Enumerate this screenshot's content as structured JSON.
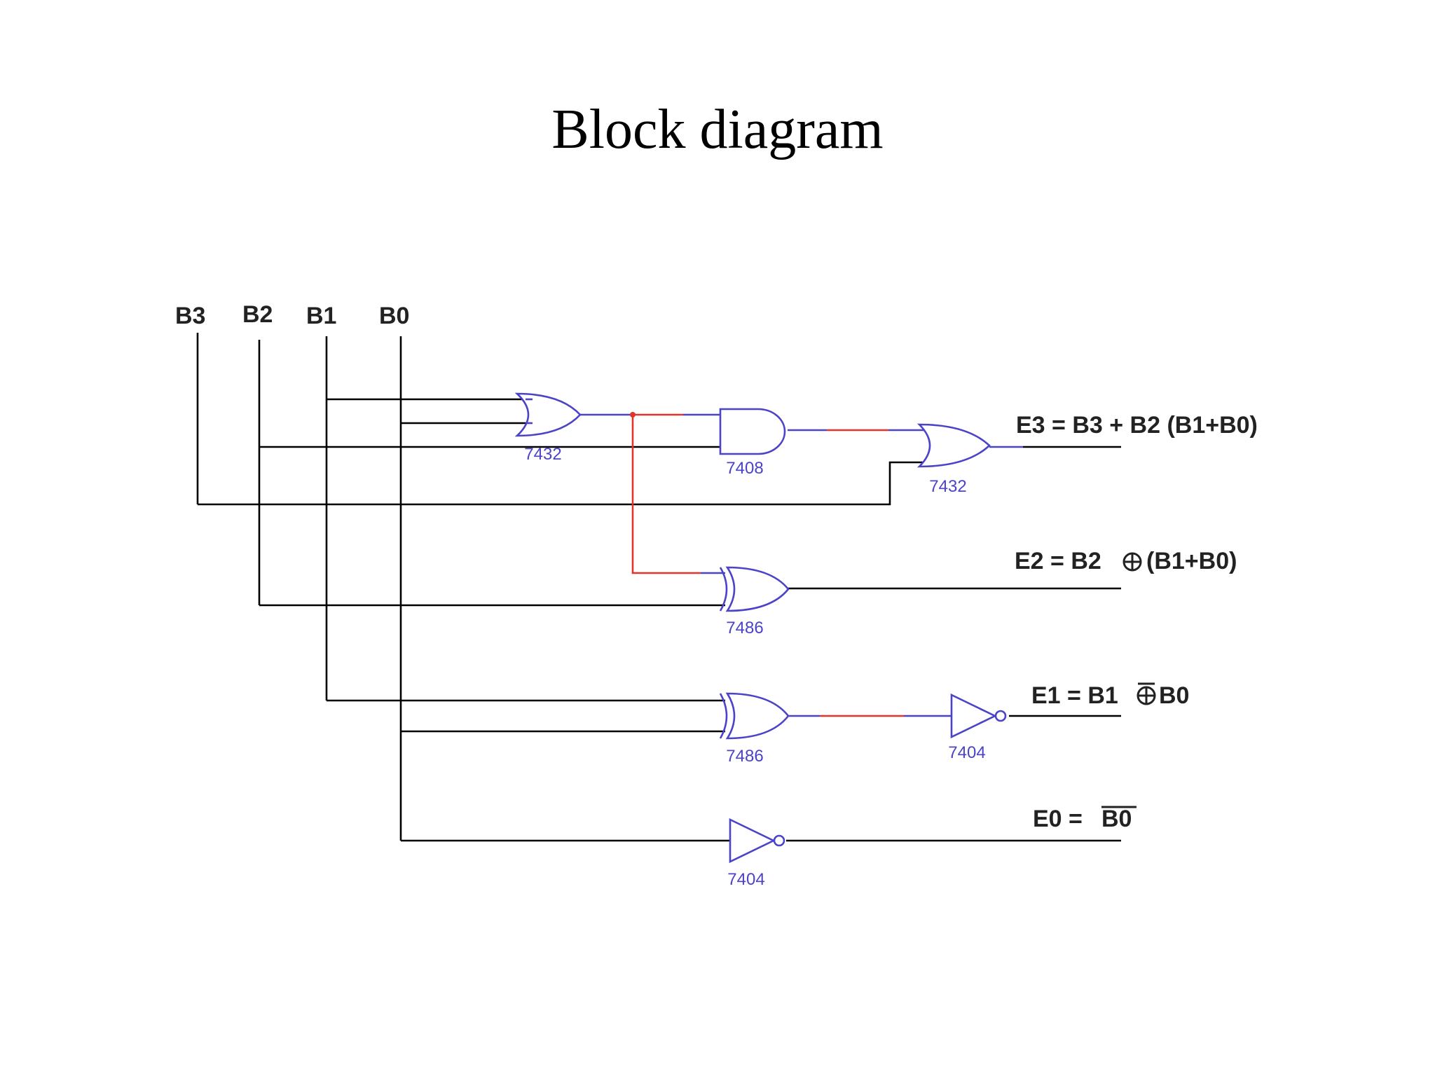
{
  "title": "Block diagram",
  "inputs": [
    "B3",
    "B2",
    "B1",
    "B0"
  ],
  "gates": [
    {
      "type": "OR",
      "chip": "7432"
    },
    {
      "type": "AND",
      "chip": "7408"
    },
    {
      "type": "OR",
      "chip": "7432"
    },
    {
      "type": "XOR",
      "chip": "7486"
    },
    {
      "type": "XOR",
      "chip": "7486"
    },
    {
      "type": "NOT",
      "chip": "7404"
    },
    {
      "type": "NOT",
      "chip": "7404"
    }
  ],
  "outputs": {
    "e3": {
      "lhs": "E3 = B3 + B2 (B1+B0)"
    },
    "e2": {
      "lhs": "E2 = B2",
      "rhs": "(B1+B0)"
    },
    "e1": {
      "lhs": "E1 = B1",
      "rhs": "B0"
    },
    "e0": {
      "lhs": "E0 = ",
      "rhs": "B0"
    }
  },
  "colors": {
    "wire": "#000000",
    "highlight_wire": "#e0352b",
    "gate": "#4b43c8"
  }
}
